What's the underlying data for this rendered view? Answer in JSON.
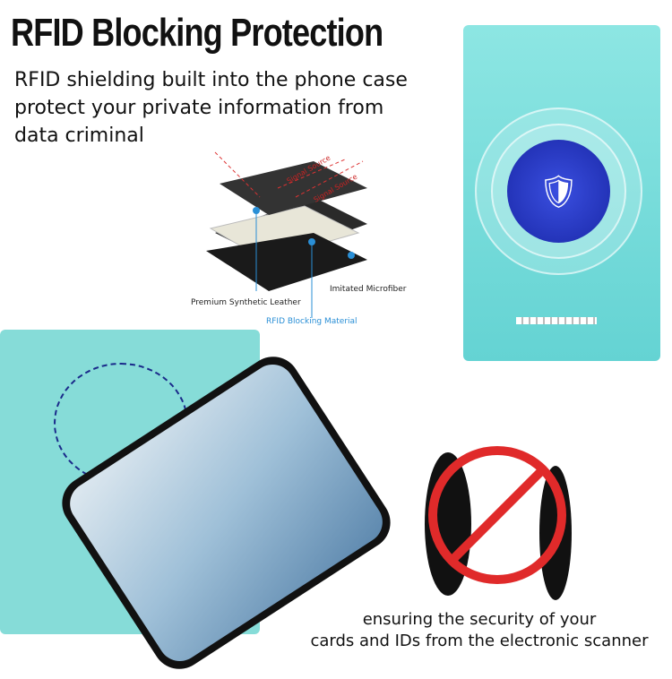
{
  "title": "RFID Blocking Protection",
  "subtitle_lines": [
    "RFID shielding built into the phone case",
    "protect your private information from",
    "data criminal"
  ],
  "layers": {
    "signal_1": "Signal Source",
    "signal_2": "Signal Source",
    "leather": "Premium Synthetic Leather",
    "microfiber": "Imitated Microfiber",
    "rfid": "RFID Blocking Material"
  },
  "caption_lines": [
    "ensuring the security of your",
    "cards and IDs from the electronic scanner"
  ],
  "colors": {
    "case": "#7fdcd8",
    "shield": "#2a3ccc",
    "rfid_label": "#2a8fd6",
    "prohibit": "#e02a2a"
  }
}
